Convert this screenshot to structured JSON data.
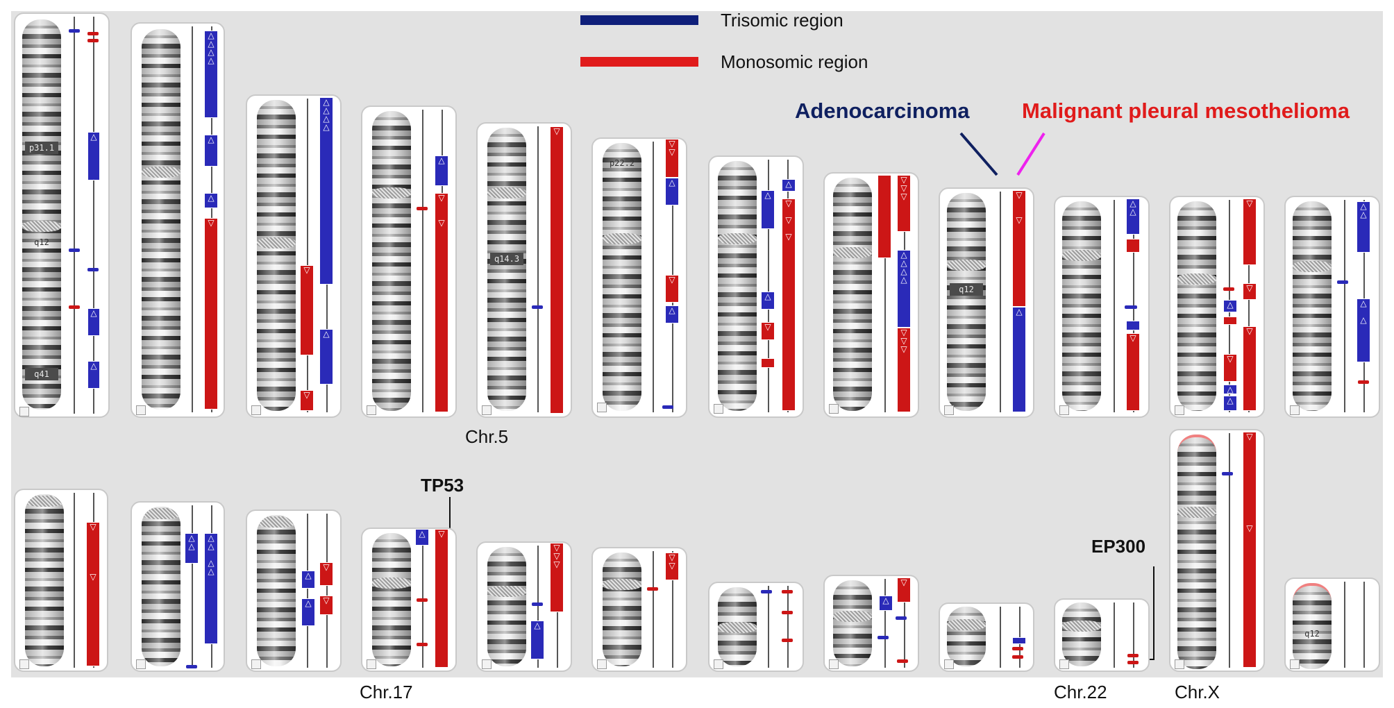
{
  "legend": {
    "trisomic": {
      "label": "Trisomic region",
      "color": "#0f1f7a"
    },
    "monosomic": {
      "label": "Monosomic region",
      "color": "#e01b1b"
    }
  },
  "annotations": {
    "adenocarcinoma": {
      "label": "Adenocarcinoma",
      "color": "#0f2060"
    },
    "mesothelioma": {
      "label": "Malignant pleural mesothelioma",
      "color": "#e01b1b",
      "pointer_color": "#ee22ee"
    }
  },
  "chromosome_labels": {
    "chr5": "Chr.5",
    "chr17": "Chr.17",
    "chr22": "Chr.22",
    "chrX": "Chr.X"
  },
  "gene_labels": {
    "tp53": "TP53",
    "ep300": "EP300"
  },
  "band_labels": {
    "chr1_p": "p31.1",
    "chr1_q12": "q12",
    "chr1_q41": "q41",
    "chr5_q": "q14.3",
    "chr6_p": "p22.2",
    "chr9_q": "q12",
    "chrY_q": "q12"
  },
  "colors": {
    "trisomy": "#2a2ab8",
    "monosomy": "#cc1616"
  }
}
